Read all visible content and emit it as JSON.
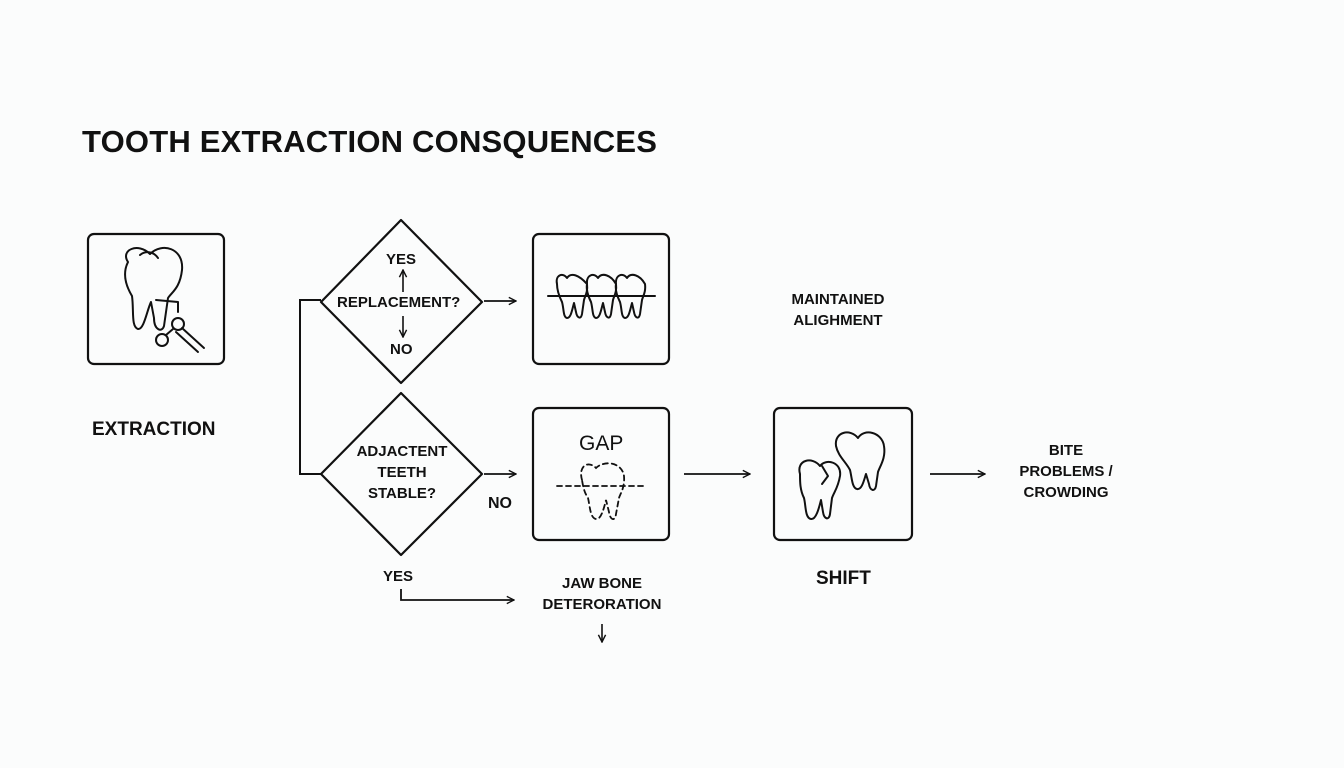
{
  "title": "TOOTH EXTRACTION CONSQUENCES",
  "nodes": {
    "extraction": {
      "label": "EXTRACTION",
      "icon": "tooth-extraction-icon"
    },
    "replacement_decision": {
      "question": "REPLACEMENT?",
      "yes": "YES",
      "no": "NO"
    },
    "stable_decision": {
      "lines": [
        "ADJACTENT",
        "TEETH",
        "STABLE?"
      ],
      "no": "NO",
      "yes": "YES"
    },
    "aligned_teeth": {
      "icon": "aligned-teeth-icon"
    },
    "maintained": {
      "lines": [
        "MAINTAINED",
        "ALIGHMENT"
      ]
    },
    "gap": {
      "label": "GAP",
      "icon": "missing-tooth-icon"
    },
    "shift": {
      "label": "SHIFT",
      "icon": "shifting-teeth-icon"
    },
    "bite": {
      "lines": [
        "BITE",
        "PROBLEMS /",
        "CROWDING"
      ]
    },
    "jaw_bone": {
      "lines": [
        "JAW BONE",
        "DETERORATION"
      ]
    }
  },
  "colors": {
    "stroke": "#111111",
    "background": "#fbfcfc"
  }
}
